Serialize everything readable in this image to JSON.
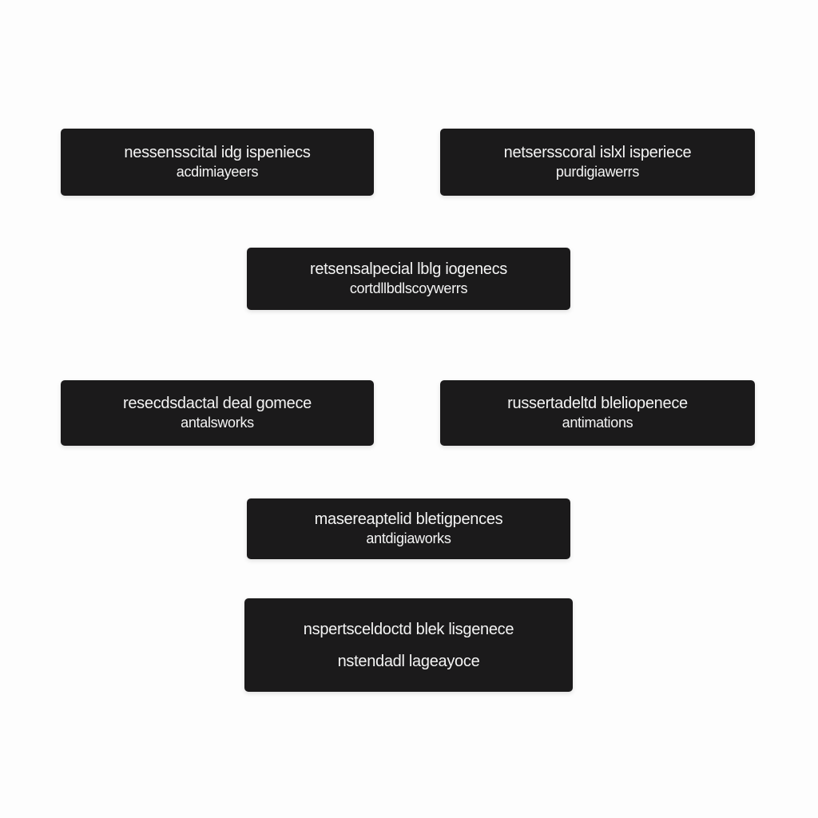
{
  "boxes": [
    {
      "title": "nessensscital idg ispeniecs",
      "subtitle": "acdimiayeers"
    },
    {
      "title": "netsersscoral islxl isperiece",
      "subtitle": "purdigiawerrs"
    },
    {
      "title": "retsensalpecial lblg iogenecs",
      "subtitle": "cortdllbdlscoywerrs"
    },
    {
      "title": "resecdsdactal deal gomece",
      "subtitle": "antalsworks"
    },
    {
      "title": "russertadeltd bleliopenece",
      "subtitle": "antimations"
    },
    {
      "title": "masereaptelid bletigpences",
      "subtitle": "antdigiaworks"
    },
    {
      "title": "nspertsceldoctd blek lisgenece",
      "subtitle": "nstendadl lageayoce"
    }
  ]
}
